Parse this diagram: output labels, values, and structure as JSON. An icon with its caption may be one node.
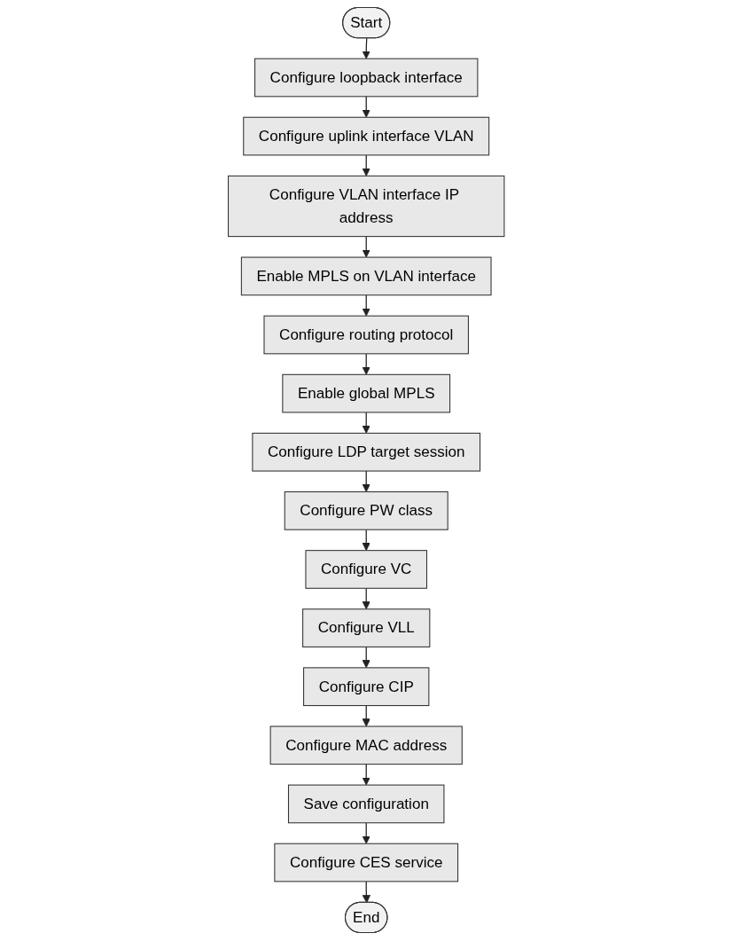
{
  "diagram": {
    "nodes": [
      {
        "text": [
          "Start"
        ]
      },
      {
        "text": [
          "Configure loopback interface"
        ]
      },
      {
        "text": [
          "Configure uplink interface VLAN"
        ]
      },
      {
        "text": [
          "Configure VLAN interface IP address"
        ]
      },
      {
        "text": [
          "Enable MPLS on VLAN interface"
        ]
      },
      {
        "text": [
          "Configure routing protocol"
        ]
      },
      {
        "text": [
          "Enable global MPLS"
        ]
      },
      {
        "text": [
          "Configure LDP target session"
        ]
      },
      {
        "text": [
          "Configure PW class"
        ]
      },
      {
        "text": [
          "Configure VC"
        ]
      },
      {
        "text": [
          "Configure VLL"
        ]
      },
      {
        "text": [
          "Configure CIP"
        ]
      },
      {
        "text": [
          "Configure MAC address"
        ]
      },
      {
        "text": [
          "Save configuration"
        ]
      },
      {
        "text": [
          "Configure CES service"
        ]
      },
      {
        "text": [
          "End"
        ]
      }
    ],
    "edges": [
      {
        "from": 0,
        "to": 1,
        "arrow": "to"
      },
      {
        "from": 1,
        "to": 2,
        "arrow": "to"
      },
      {
        "from": 2,
        "to": 3,
        "arrow": "to"
      },
      {
        "from": 3,
        "to": 4,
        "arrow": "to"
      },
      {
        "from": 4,
        "to": 5,
        "arrow": "to"
      },
      {
        "from": 5,
        "to": 6,
        "arrow": "to"
      },
      {
        "from": 6,
        "to": 7,
        "arrow": "to"
      },
      {
        "from": 7,
        "to": 8,
        "arrow": "to"
      },
      {
        "from": 8,
        "to": 9,
        "arrow": "to"
      },
      {
        "from": 9,
        "to": 10,
        "arrow": "to"
      },
      {
        "from": 10,
        "to": 11,
        "arrow": "to"
      },
      {
        "from": 11,
        "to": 12,
        "arrow": "to"
      },
      {
        "from": 12,
        "to": 13,
        "arrow": "to"
      },
      {
        "from": 13,
        "to": 14,
        "arrow": "to"
      },
      {
        "from": 14,
        "to": 15,
        "arrow": "to"
      }
    ]
  }
}
